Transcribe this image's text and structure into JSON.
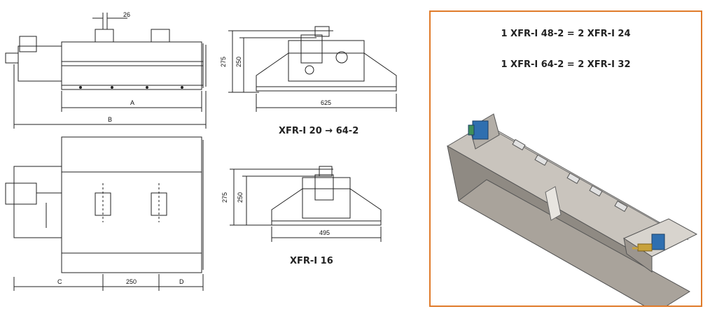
{
  "dimensions": {
    "top_gap": "26",
    "length_a": "A",
    "length_b": "B",
    "height_outer_large": "275",
    "height_inner_large": "250",
    "width_large": "625",
    "height_outer_small": "275",
    "height_inner_small": "250",
    "width_small": "495",
    "length_c": "C",
    "spacing": "250",
    "length_d": "D"
  },
  "captions": {
    "range": "XFR-I 20 → 64-2",
    "small": "XFR-I 16"
  },
  "panel": {
    "formula_1": "1 XFR-I 48-2 = 2  XFR-I 24",
    "formula_2": "1 XFR-I 64-2 = 2  XFR-I 32",
    "border_color": "#e07b2a"
  },
  "colors": {
    "housing": "#a9a39b",
    "motor": "#2f6fb0",
    "valve": "#c8a23c"
  }
}
